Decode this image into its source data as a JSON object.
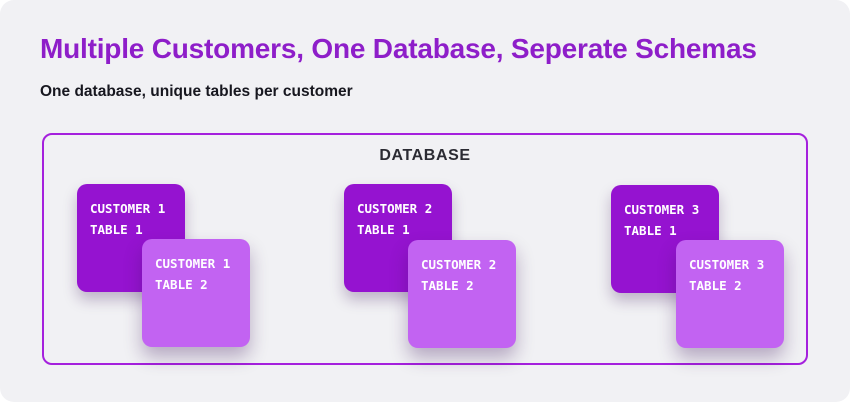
{
  "header": {
    "title": "Multiple Customers, One Database, Seperate Schemas",
    "subtitle": "One database, unique tables per customer"
  },
  "database": {
    "label": "DATABASE",
    "groups": [
      {
        "tables": [
          {
            "line1": "CUSTOMER 1",
            "line2": "TABLE 1"
          },
          {
            "line1": "CUSTOMER 1",
            "line2": "TABLE 2"
          }
        ]
      },
      {
        "tables": [
          {
            "line1": "CUSTOMER 2",
            "line2": "TABLE 1"
          },
          {
            "line1": "CUSTOMER 2",
            "line2": "TABLE 2"
          }
        ]
      },
      {
        "tables": [
          {
            "line1": "CUSTOMER 3",
            "line2": "TABLE 1"
          },
          {
            "line1": "CUSTOMER 3",
            "line2": "TABLE 2"
          }
        ]
      }
    ]
  },
  "colors": {
    "panel_bg": "#f1f1f4",
    "title_text": "#8e1ec9",
    "subtitle_text": "#17171f",
    "box_border": "#a520dd",
    "db_label_text": "#2b2b33",
    "table1_bg": "#9513d0",
    "table2_bg": "#c263f2",
    "card_text": "#ffffff"
  }
}
